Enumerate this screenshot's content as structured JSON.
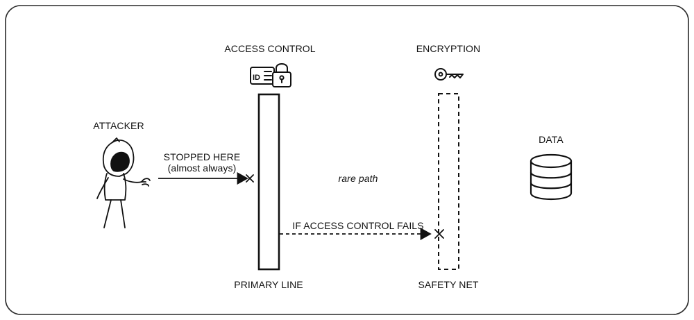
{
  "labels": {
    "access_control": "ACCESS CONTROL",
    "encryption": "ENCRYPTION",
    "attacker": "ATTACKER",
    "data": "DATA",
    "stopped_line1": "STOPPED HERE",
    "stopped_line2": "(almost always)",
    "rare_path": "rare path",
    "if_fails": "IF ACCESS CONTROL FAILS",
    "primary_line": "PRIMARY LINE",
    "safety_net": "SAFETY NET",
    "id_badge": "ID"
  },
  "colors": {
    "ink": "#111111",
    "frame": "#2a2a2a",
    "background": "#ffffff"
  },
  "icons": {
    "attacker": "hooded-figure-icon",
    "access_control": "id-card-padlock-icon",
    "encryption": "key-icon",
    "data": "database-icon"
  }
}
